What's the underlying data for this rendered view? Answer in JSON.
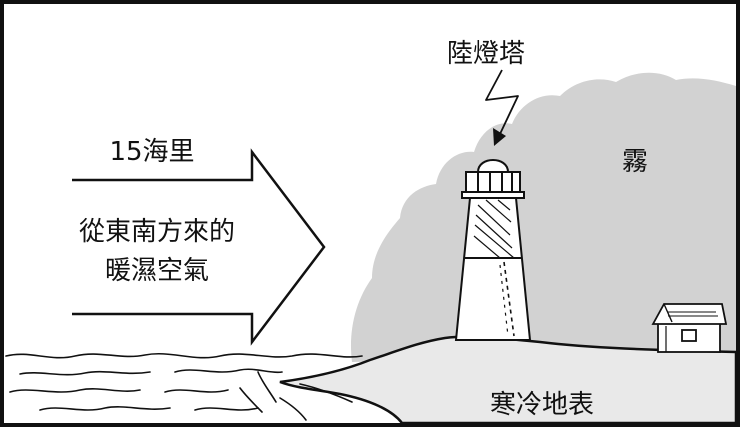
{
  "labels": {
    "lighthouse": "陸燈塔",
    "fog": "霧",
    "distance": "15海里",
    "air_line1": "從東南方來的",
    "air_line2": "暖濕空氣",
    "ground": "寒冷地表"
  },
  "colors": {
    "fog": "#d2d2d2",
    "ground": "#e9e9e9",
    "ink": "#111111",
    "background": "#ffffff"
  }
}
